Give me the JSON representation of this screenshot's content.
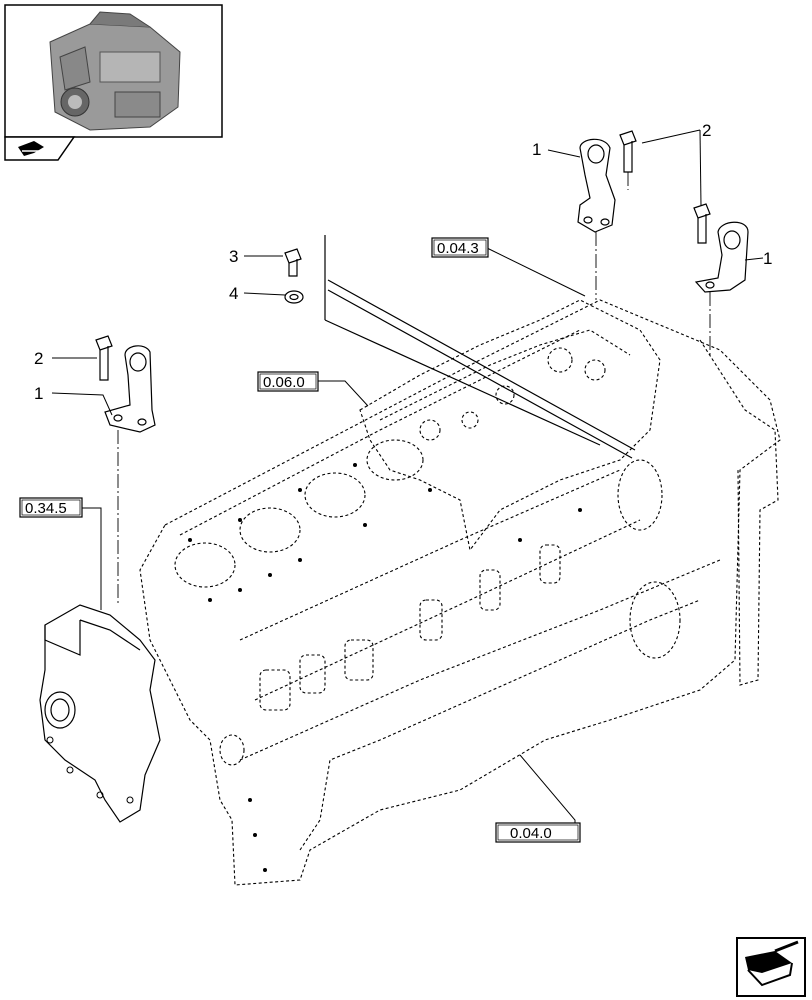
{
  "callouts": {
    "c1_top": "1",
    "c2_top": "2",
    "c1_right": "1",
    "c3": "3",
    "c4": "4",
    "c2_left": "2",
    "c1_left": "1"
  },
  "references": {
    "ref_0043": "0.04.3",
    "ref_0060": "0.06.0",
    "ref_0345": "0.34.5",
    "ref_0040": "0.04.0"
  },
  "icons": {
    "thumbnail": "engine-thumbnail-icon",
    "page_nav": "page-arrow-icon",
    "next_page": "next-arrow-icon"
  }
}
